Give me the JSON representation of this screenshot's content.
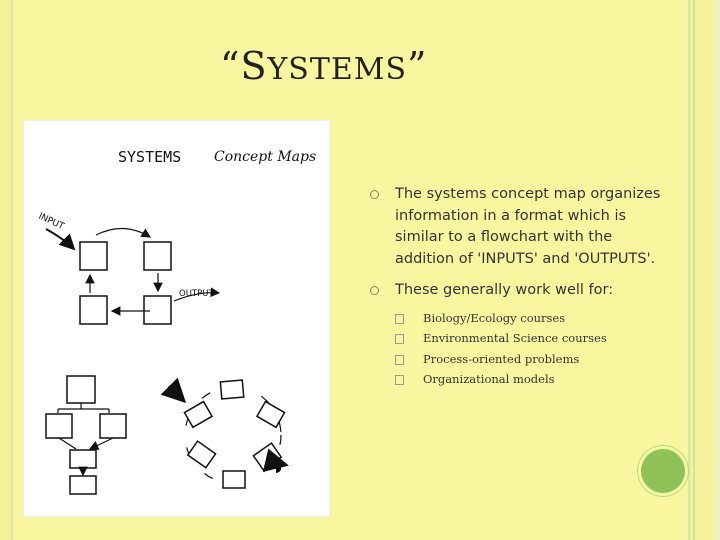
{
  "title": {
    "open_quote": "“",
    "first": "S",
    "rest": "YSTEMS",
    "close_quote": "”"
  },
  "figure": {
    "heading_left": "SYSTEMS",
    "heading_right": "Concept Maps",
    "input_label": "INPUT",
    "output_label": "OUTPUT"
  },
  "bullets": [
    {
      "text": "The systems concept map organizes information in a format which is similar to a flowchart with the addition of 'INPUTS' and 'OUTPUTS'."
    },
    {
      "text": "These generally work well for:"
    }
  ],
  "sub_items": [
    "Biology/Ecology courses",
    "Environmental Science courses",
    "Process-oriented problems",
    "Organizational models"
  ],
  "colors": {
    "background": "#f8f7a0",
    "accent": "#8fc35a"
  }
}
